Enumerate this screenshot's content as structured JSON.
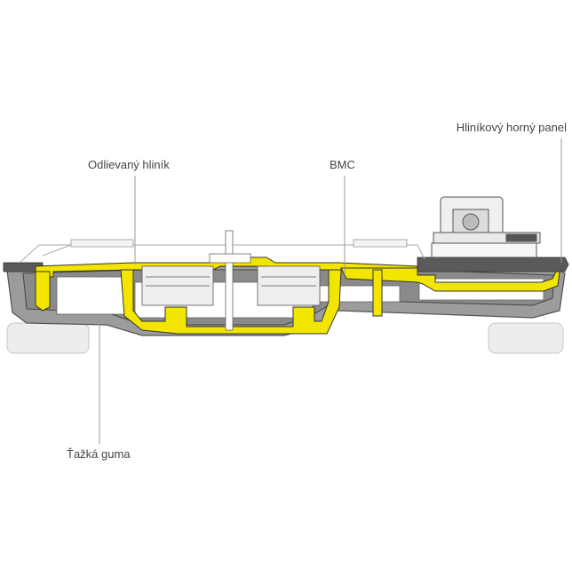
{
  "labels": {
    "cast_aluminum": "Odlievaný hliník",
    "bmc": "BMC",
    "aluminum_top_panel": "Hliníkový horný panel",
    "heavy_rubber": "Ťažká guma"
  },
  "colors": {
    "background": "#ffffff",
    "cast_aluminum_fill": "#f2e500",
    "bmc_fill": "#8a8a8a",
    "rubber_fill": "#9c9c9c",
    "top_panel_fill": "#5a5a5a",
    "feet_fill": "#ededed",
    "outline": "#333333",
    "leader_line": "#999999",
    "label_text": "#444444"
  }
}
